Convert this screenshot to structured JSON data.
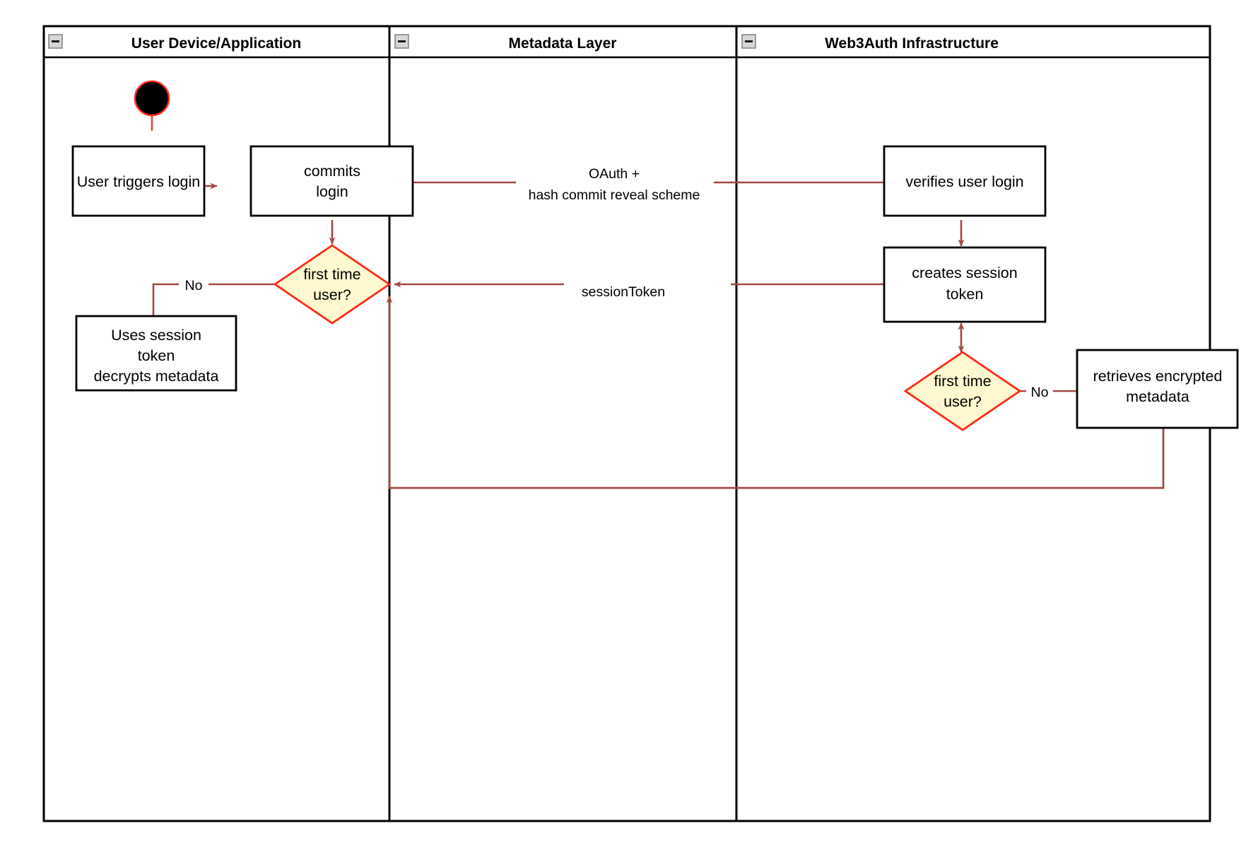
{
  "diagram": {
    "type": "uml-activity-swimlane",
    "background": "#ffffff",
    "colors": {
      "lane_border": "#000000",
      "node_border": "#000000",
      "node_fill": "#ffffff",
      "decision_border": "#ff2a16",
      "decision_fill": "#fff8d0",
      "edge": "#a04a43",
      "start_fill": "#000000",
      "start_border": "#ff2a16",
      "collapse_icon_fill": "#d6d6d6",
      "collapse_icon_border": "#808080"
    },
    "lanes": [
      {
        "id": "lane-user",
        "title": "User Device/Application",
        "collapse_icon": "collapse-minus-icon"
      },
      {
        "id": "lane-metadata",
        "title": "Metadata Layer",
        "collapse_icon": "collapse-minus-icon"
      },
      {
        "id": "lane-web3auth",
        "title": "Web3Auth Infrastructure",
        "collapse_icon": "collapse-minus-icon"
      }
    ],
    "nodes": [
      {
        "id": "start",
        "shape": "initial-node",
        "lane": "lane-user",
        "label": ""
      },
      {
        "id": "user-triggers-login",
        "shape": "action",
        "lane": "lane-user",
        "lines": [
          "User triggers login"
        ]
      },
      {
        "id": "commits-login",
        "shape": "action",
        "lane": "lane-user",
        "lines": [
          "commits",
          "login"
        ]
      },
      {
        "id": "first-time-user-left",
        "shape": "decision",
        "lane": "lane-user",
        "lines": [
          "first time",
          "user?"
        ]
      },
      {
        "id": "uses-session-token",
        "shape": "action",
        "lane": "lane-user",
        "lines": [
          "Uses session",
          "token",
          "decrypts metadata"
        ]
      },
      {
        "id": "verifies-user-login",
        "shape": "action",
        "lane": "lane-web3auth",
        "lines": [
          "verifies user login"
        ]
      },
      {
        "id": "creates-session-token",
        "shape": "action",
        "lane": "lane-web3auth",
        "lines": [
          "creates session",
          "token"
        ]
      },
      {
        "id": "first-time-user-right",
        "shape": "decision",
        "lane": "lane-web3auth",
        "lines": [
          "first time",
          "user?"
        ]
      },
      {
        "id": "retrieves-encrypted-metadata",
        "shape": "action",
        "lane": "lane-web3auth",
        "lines": [
          "retrieves encrypted",
          "metadata"
        ]
      }
    ],
    "edges": [
      {
        "id": "edge-start-to-trigger",
        "from": "start",
        "to": "user-triggers-login",
        "label": ""
      },
      {
        "id": "edge-trigger-to-commits",
        "from": "user-triggers-login",
        "to": "commits-login",
        "label": ""
      },
      {
        "id": "edge-commits-to-decision",
        "from": "commits-login",
        "to": "first-time-user-left",
        "label": ""
      },
      {
        "id": "edge-commits-to-verifies",
        "from": "commits-login",
        "to": "verifies-user-login",
        "label": "OAuth +\nhash commit reveal scheme",
        "label_lines": [
          "OAuth +",
          "hash commit reveal scheme"
        ]
      },
      {
        "id": "edge-decision-no-left",
        "from": "first-time-user-left",
        "to": "uses-session-token",
        "label": "No"
      },
      {
        "id": "edge-verifies-to-creates",
        "from": "verifies-user-login",
        "to": "creates-session-token",
        "label": ""
      },
      {
        "id": "edge-creates-to-left-decision",
        "from": "creates-session-token",
        "to": "first-time-user-left",
        "label": "sessionToken"
      },
      {
        "id": "edge-creates-decision-bidirectional",
        "from": "creates-session-token",
        "to": "first-time-user-right",
        "label": "",
        "bidirectional": true
      },
      {
        "id": "edge-right-decision-no",
        "from": "first-time-user-right",
        "to": "retrieves-encrypted-metadata",
        "label": "No"
      },
      {
        "id": "edge-metadata-return",
        "from": "retrieves-encrypted-metadata",
        "to": "first-time-user-left",
        "label": ""
      }
    ],
    "labels": {
      "no_left": "No",
      "no_right": "No",
      "session_token": "sessionToken",
      "oauth_line1": "OAuth +",
      "oauth_line2": "hash commit reveal scheme"
    }
  }
}
